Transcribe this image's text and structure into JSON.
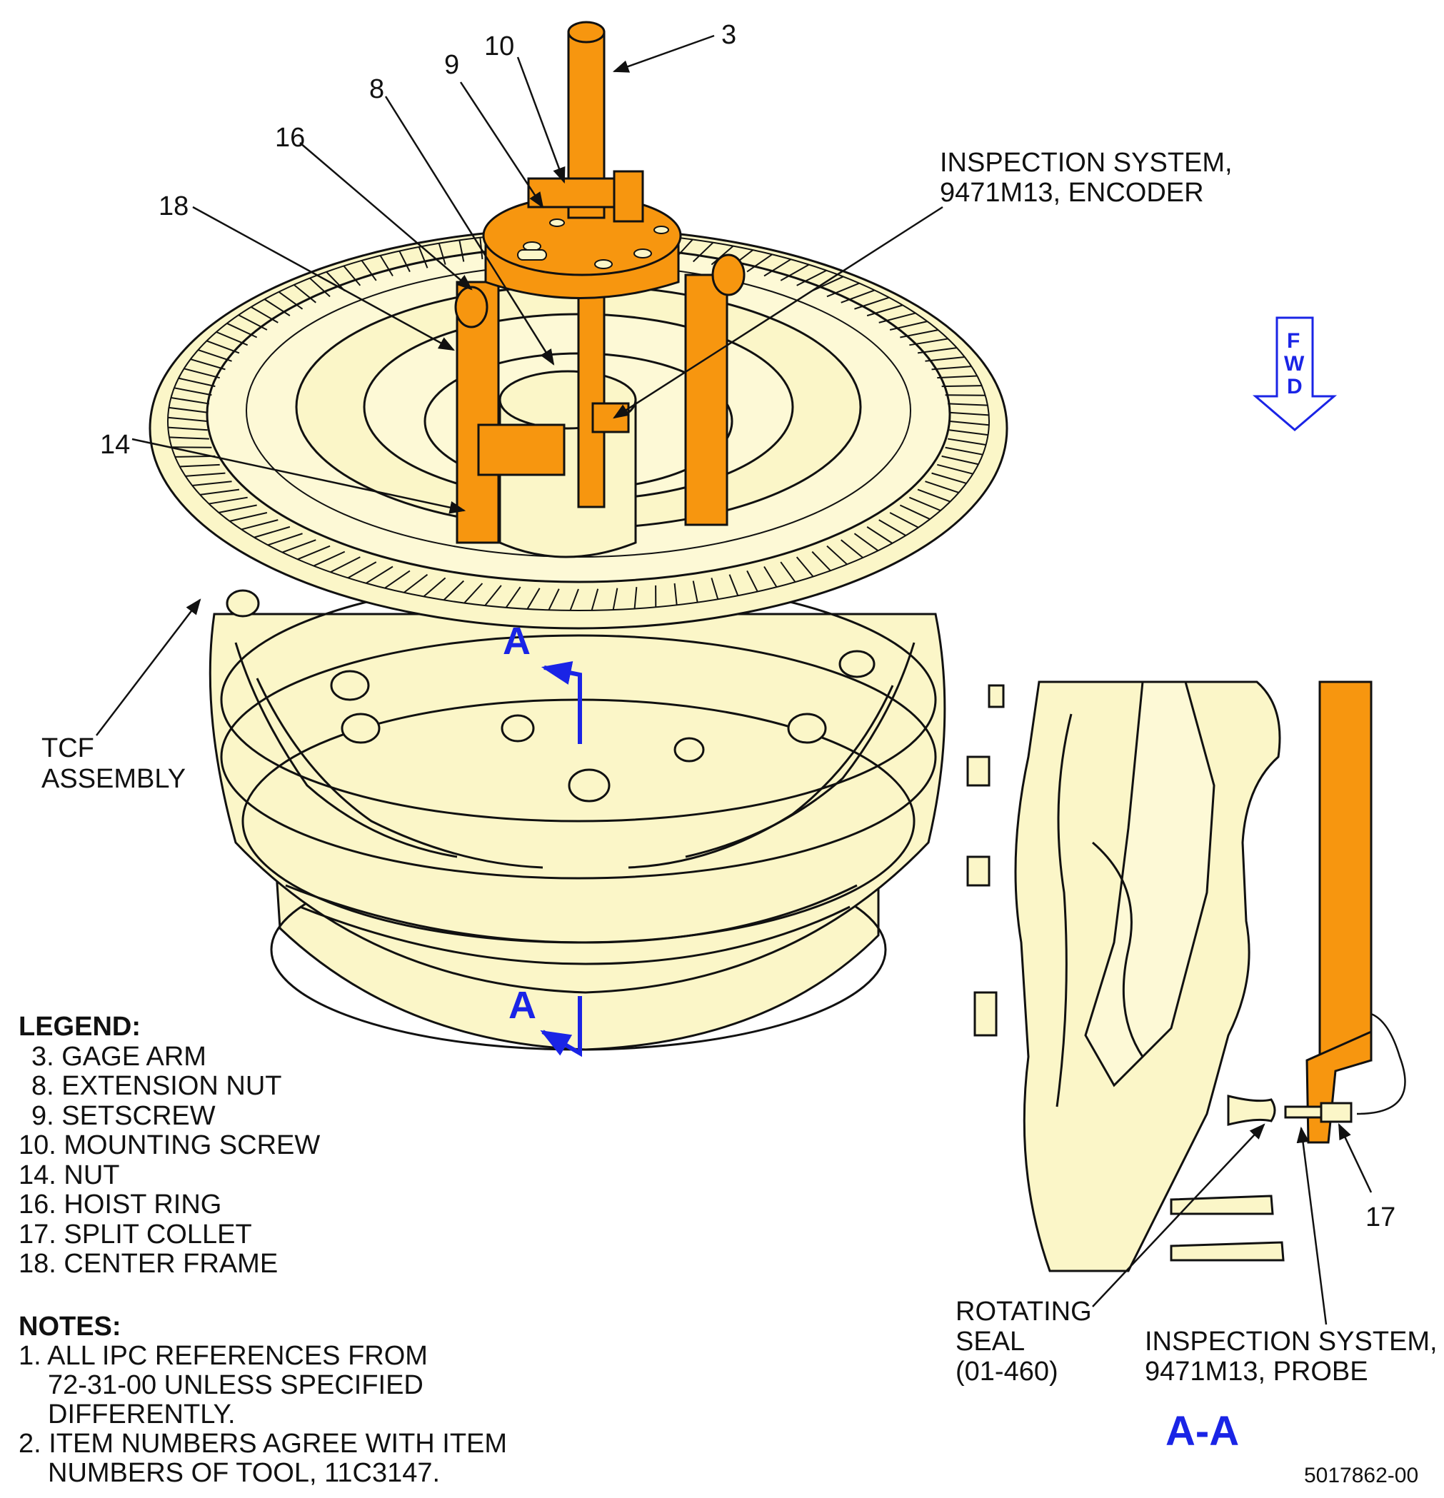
{
  "callouts": {
    "c3": "3",
    "c10": "10",
    "c9": "9",
    "c8": "8",
    "c16": "16",
    "c18": "18",
    "c14": "14",
    "c17": "17"
  },
  "encoder_label": [
    "INSPECTION SYSTEM,",
    "9471M13, ENCODER"
  ],
  "fwd_letters": [
    "F",
    "W",
    "D"
  ],
  "tcf_label": [
    "TCF",
    "ASSEMBLY"
  ],
  "section_marker": "A",
  "section_title": "A-A",
  "rotating_seal_label": [
    "ROTATING",
    "SEAL",
    "(01-460)"
  ],
  "probe_label": [
    "INSPECTION SYSTEM,",
    "9471M13, PROBE"
  ],
  "legend": {
    "title": "LEGEND:",
    "items": [
      "3. GAGE ARM",
      "8. EXTENSION NUT",
      "9. SETSCREW",
      "10. MOUNTING SCREW",
      "14. NUT",
      "16. HOIST RING",
      "17. SPLIT COLLET",
      "18. CENTER FRAME"
    ]
  },
  "notes": {
    "title": "NOTES:",
    "items": [
      [
        "1. ALL IPC REFERENCES FROM",
        "72-31-00 UNLESS SPECIFIED",
        "DIFFERENTLY."
      ],
      [
        "2. ITEM NUMBERS AGREE WITH ITEM",
        "NUMBERS OF TOOL, 11C3147."
      ]
    ]
  },
  "figure_number": "5017862-00",
  "colors": {
    "tool_orange": "#f7960f",
    "part_cream": "#fbf6c8",
    "marker_blue": "#1a24e6",
    "line_black": "#111111"
  }
}
